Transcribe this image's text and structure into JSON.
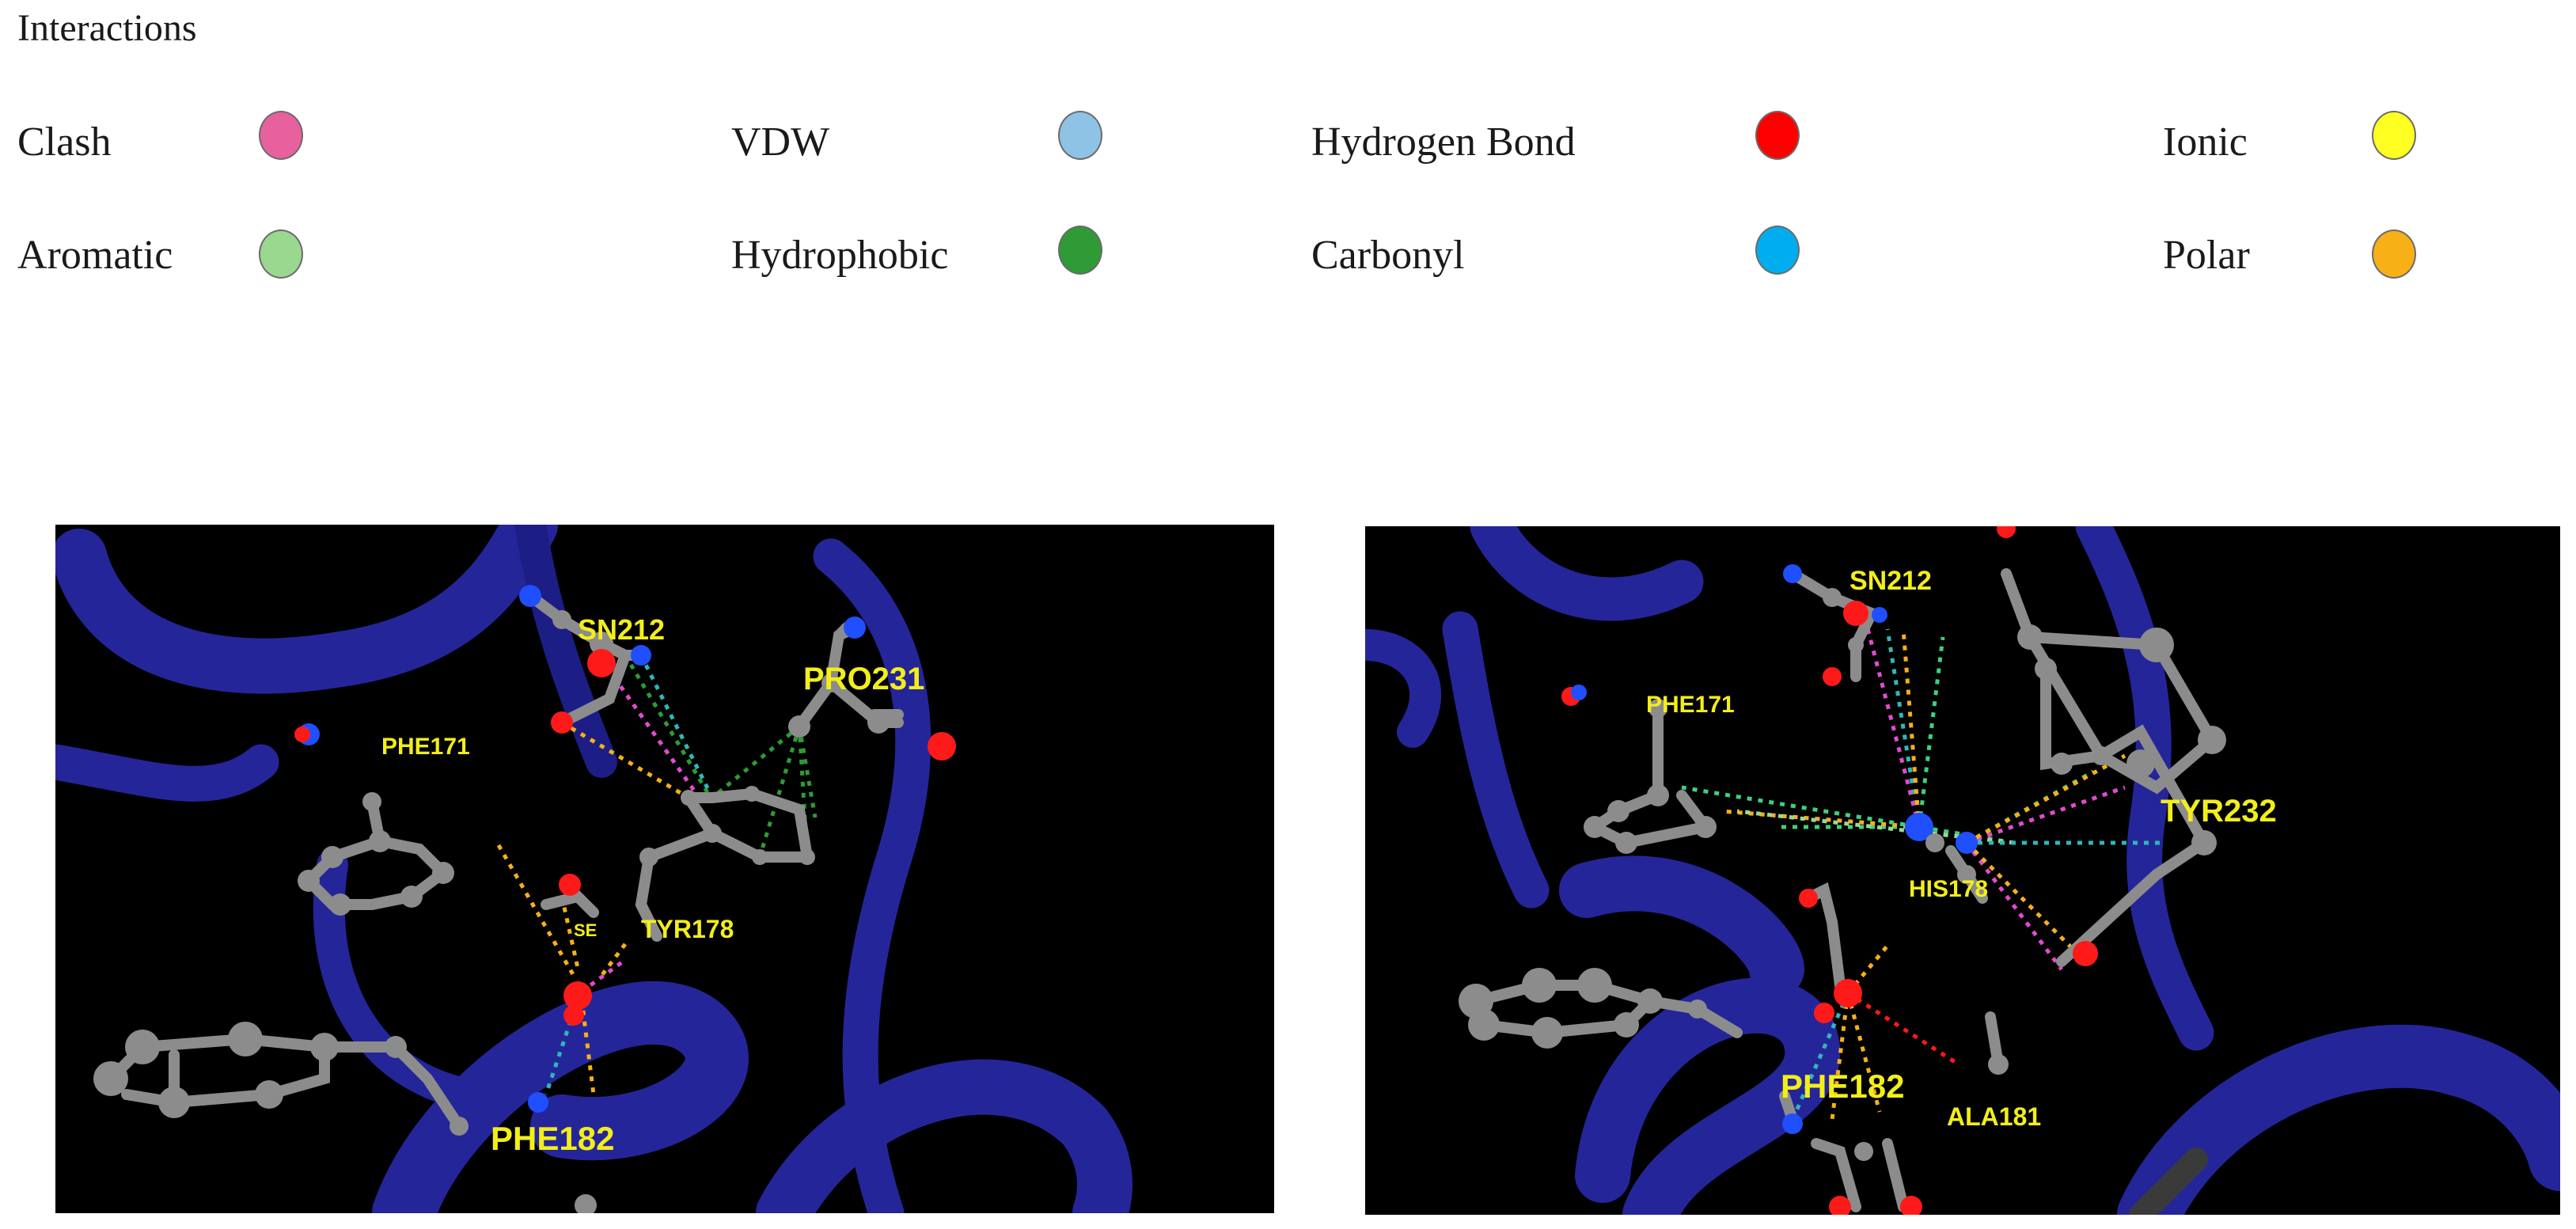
{
  "legend": {
    "title": "Interactions",
    "items": [
      {
        "label": "Clash",
        "color": "#e8609e"
      },
      {
        "label": "VDW",
        "color": "#8fc3e6"
      },
      {
        "label": "Hydrogen Bond",
        "color": "#ff0000"
      },
      {
        "label": "Ionic",
        "color": "#ffff22"
      },
      {
        "label": "Aromatic",
        "color": "#9ad88f"
      },
      {
        "label": "Hydrophobic",
        "color": "#2e9b36"
      },
      {
        "label": "Carbonyl",
        "color": "#00aeef"
      },
      {
        "label": "Polar",
        "color": "#f8b017"
      }
    ]
  },
  "panels": [
    {
      "labels": {
        "sn212": "SN212",
        "pro231": "PRO231",
        "phe171": "PHE171",
        "tyr178": "TYR178",
        "phe182": "PHE182",
        "partial": "SE"
      }
    },
    {
      "labels": {
        "sn212": "SN212",
        "phe171": "PHE171",
        "tyr232": "TYR232",
        "his178": "HIS178",
        "phe182": "PHE182",
        "ala181": "ALA181"
      }
    }
  ],
  "colors": {
    "ribbon": "#25259a",
    "atom_carbon": "#8c8c8c",
    "atom_oxygen": "#ff1a1a",
    "atom_nitrogen": "#1f4fff",
    "label": "#f2ee1a"
  }
}
